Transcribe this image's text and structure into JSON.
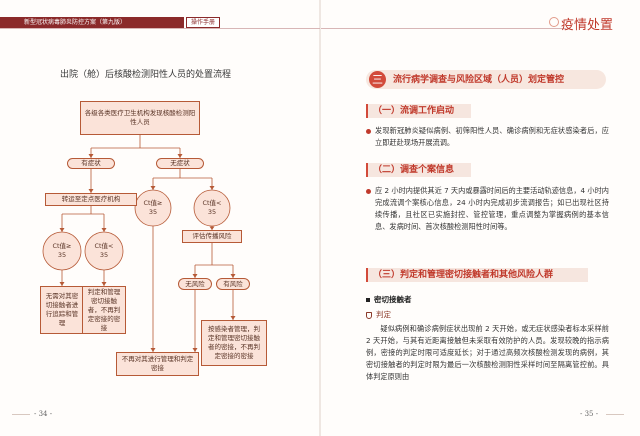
{
  "header": {
    "left_title": "新型冠状病毒肺炎防控方案（第九版）",
    "left_tag": "操作手册",
    "right_title": "疫情处置"
  },
  "left_page": {
    "title": "出院（舱）后核酸检测阳性人员的处置流程",
    "flow": {
      "start": "各级各类医疗卫生机构发现核酸检测阳性人员",
      "has_symptom": "有症状",
      "no_symptom": "无症状",
      "transfer": "转运至定点医疗机构",
      "ct_ge35_a": "Ct值≥35",
      "ct_lt35_a": "Ct值<35",
      "ct_ge35_b": "Ct值≥35",
      "ct_lt35_b": "Ct值<35",
      "isolate_no_close": "无需对其密切接触者进行追踪和管理",
      "judge_close": "判定和管理密切接触者，不再判定密接的密接",
      "assess_risk": "评估传播风险",
      "no_risk": "无风险",
      "has_risk": "有风险",
      "track_close_manage": "按感染者管理，判定和管理密切接触者的密接，不再判定密接的密接",
      "no_more_track": "不再对其进行管理和判定密接"
    },
    "page_number": "- 34 -"
  },
  "right_page": {
    "section_num": "三",
    "section_title": "流行病学调查与风险区域（人员）划定管控",
    "sub1": "（一）流调工作启动",
    "p1": "发现新冠肺炎疑似病例、初筛阳性人员、确诊病例和无症状感染者后，应立即赶赴现场开展流调。",
    "sub2": "（二）调查个案信息",
    "p2": "应 2 小时内提供其近 7 天内或暴露时间后的主要活动轨迹信息，4 小时内完成流调个案核心信息，24 小时内完成初步流调报告；如已出现社区持续传播，且社区已实施封控、管控管理，重点调整为掌握病例的基本信息、发病时间、首次核酸检测阳性时间等。",
    "sub3": "（三）判定和管理密切接触者和其他风险人群",
    "close_contact": "密切接触者",
    "judge": "判定",
    "p3": "疑似病例和确诊病例症状出现前 2 天开始，或无症状感染者标本采样前 2 天开始，与其有近距离接触但未采取有效防护的人员。发现较晚的指示病例，密接的判定时限可适度延长；对于通过高频次核酸检测发现的病例，其密切接触者的判定时限为最后一次核酸检测阴性采样时间至隔离管控前。具体判定原则由",
    "page_number": "- 35 -"
  }
}
